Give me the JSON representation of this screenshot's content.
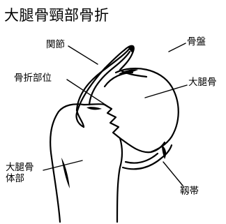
{
  "title": "大腿骨頸部骨折",
  "labels": {
    "joint": "関節",
    "pelvis": "骨盤",
    "fracture_site": "骨折部位",
    "femoral_head": "大腿骨",
    "femur_body": "大腿骨体部",
    "ligament": "靱帯"
  },
  "colors": {
    "ink": "#000000",
    "background": "#ffffff"
  }
}
